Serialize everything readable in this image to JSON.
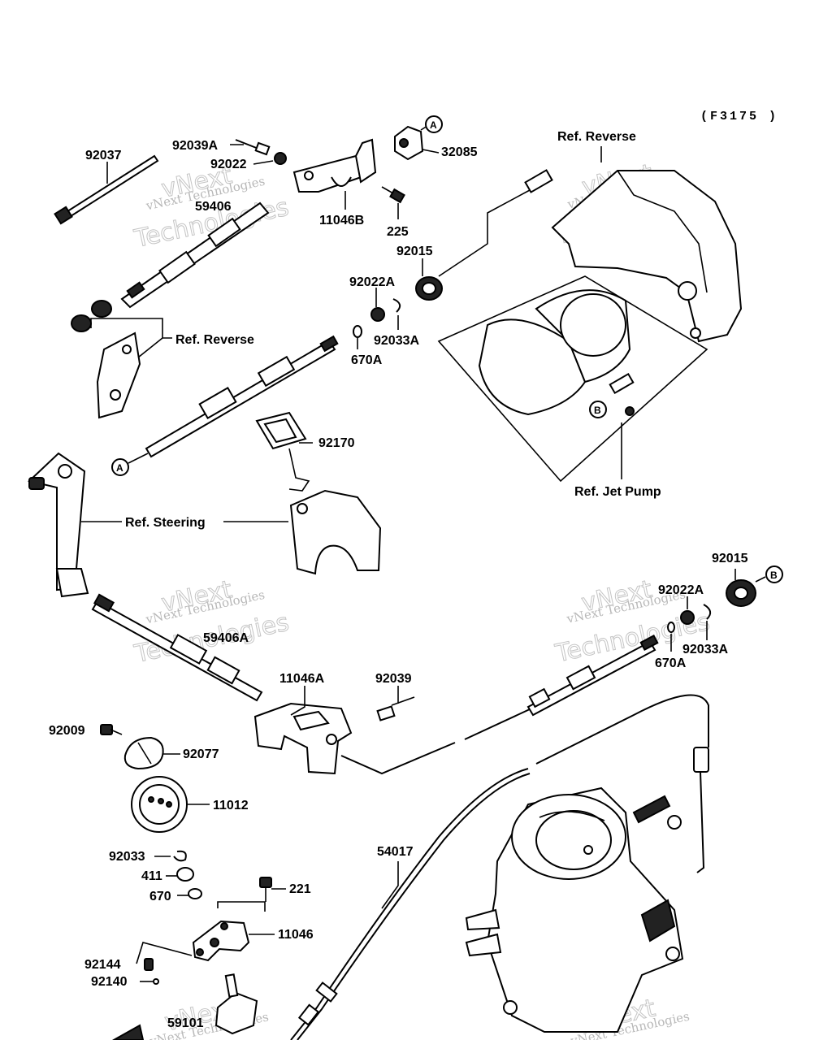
{
  "diagram_code": "(F3175 )",
  "watermark": {
    "line1": "vNext Technologies",
    "line2": "vNext",
    "line3": "Technologies"
  },
  "markers": {
    "a": "A",
    "b": "B"
  },
  "labels": {
    "p92037": "92037",
    "p92039A": "92039A",
    "p92022": "92022",
    "p11046B": "11046B",
    "p32085": "32085",
    "p225": "225",
    "p59406": "59406",
    "ref_reverse_top": "Ref. Reverse",
    "p92015_top": "92015",
    "p92022A_top": "92022A",
    "p92033A_top": "92033A",
    "p670A_top": "670A",
    "ref_reverse_left": "Ref. Reverse",
    "p92170": "92170",
    "ref_jet_pump": "Ref. Jet Pump",
    "ref_steering": "Ref. Steering",
    "p92015_mid": "92015",
    "p92022A_mid": "92022A",
    "p92033A_mid": "92033A",
    "p670A_mid": "670A",
    "p59406A": "59406A",
    "p11046A": "11046A",
    "p92039": "92039",
    "p92009": "92009",
    "p92077": "92077",
    "p11012": "11012",
    "p54017": "54017",
    "p92033": "92033",
    "p411": "411",
    "p670": "670",
    "p221": "221",
    "p11046": "11046",
    "p92144": "92144",
    "p92140": "92140",
    "p59101": "59101"
  }
}
